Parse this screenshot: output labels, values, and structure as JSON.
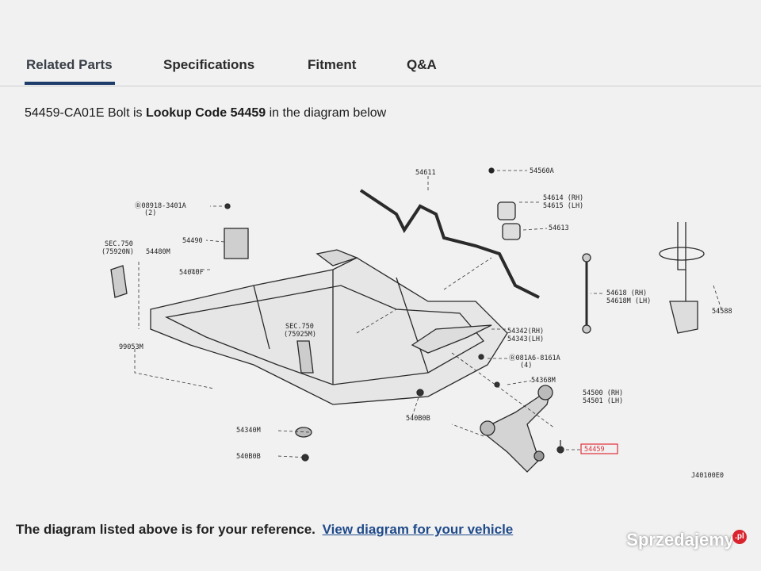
{
  "tabs": [
    {
      "label": "Related Parts",
      "active": true
    },
    {
      "label": "Specifications",
      "active": false
    },
    {
      "label": "Fitment",
      "active": false
    },
    {
      "label": "Q&A",
      "active": false
    }
  ],
  "intro": {
    "part": "54459-CA01E Bolt is",
    "lookup": "Lookup Code 54459",
    "suffix": "in the diagram below"
  },
  "diagram": {
    "labels": {
      "l54611": "54611",
      "l54560a": "54560A",
      "l54614": "54614 (RH)",
      "l54615": "54615 (LH)",
      "l54613": "54613",
      "l08918": "Ⓑ08918-3401A",
      "l08918b": "(2)",
      "l54490": "54490",
      "lsec750a": "SEC.750",
      "lsec750a2": "(75920N)",
      "l54480m": "54480M",
      "l54040f": "54040F",
      "lsec750b": "SEC.750",
      "lsec750b2": "(75925M)",
      "l99053m": "99053M",
      "l54618": "54618 (RH)",
      "l54618m": "54618M (LH)",
      "l54588": "54588",
      "l54342": "54342(RH)",
      "l54343": "54343(LH)",
      "l081a6": "Ⓑ081A6-8161A",
      "l081a6b": "(4)",
      "l54368m": "54368M",
      "l54500": "54500 (RH)",
      "l54501": "54501 (LH)",
      "l54080b": "540B0B",
      "l54340m": "54340M",
      "l54080b2": "540B0B",
      "l54459": "54459",
      "code": "J40100E0"
    },
    "highlight_color": "#e0303a"
  },
  "footer": {
    "text": "The diagram listed above is for your reference.",
    "link": "View diagram for your vehicle"
  },
  "watermark": {
    "text": "Sprzedajemy",
    "badge": ".pl"
  }
}
